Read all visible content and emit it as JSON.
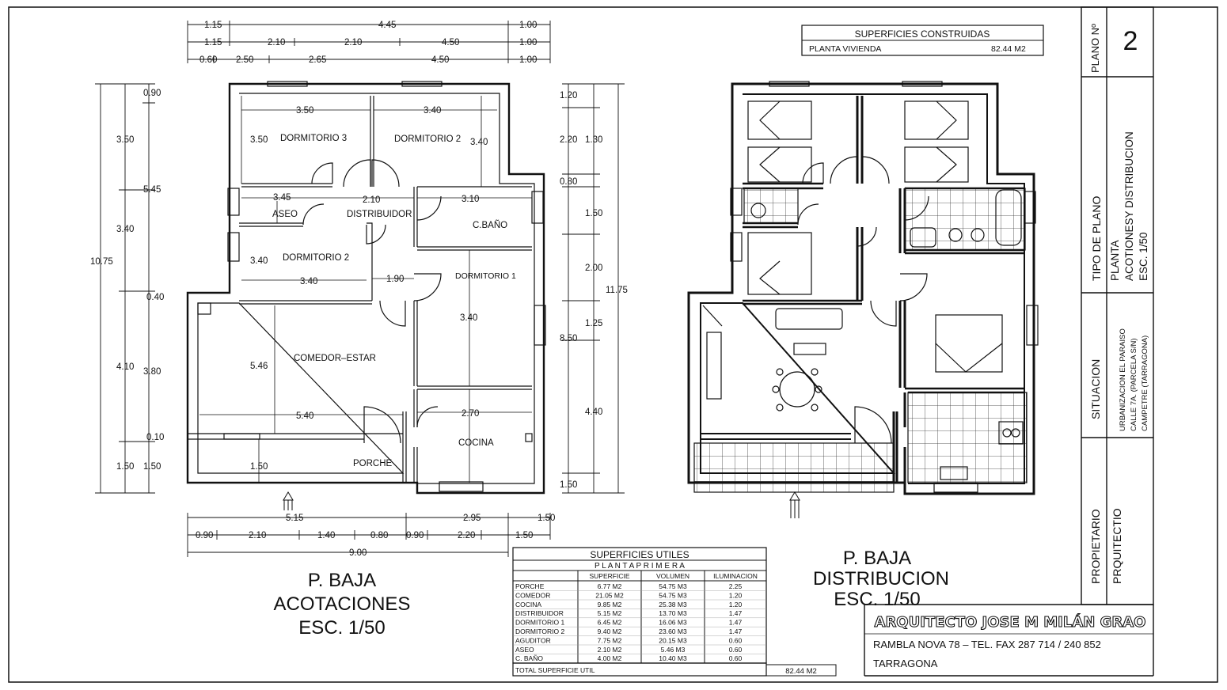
{
  "left_plan": {
    "top_dims": {
      "row1": [
        "1.15",
        "4.45",
        "1.00"
      ],
      "row2": [
        "1.15",
        "2.10",
        "2.10",
        "4.50",
        "1.00"
      ],
      "row3": [
        "0.60",
        "2.50",
        "2.65",
        "4.50",
        "1.00"
      ]
    },
    "left_dims": {
      "col1": "10.75",
      "col2": [
        "3.50",
        "3.40",
        "4.10",
        "1.50"
      ],
      "col3": [
        "0.90",
        "5.45",
        "0.40",
        "3.80",
        "0.10",
        "1.50"
      ]
    },
    "right_dims": {
      "col1": [
        "1.20",
        "2.20",
        "0.80",
        "1.50",
        "2.00",
        "1.25",
        "4.40",
        "1.50"
      ],
      "col2": [
        "1.30",
        "8.50"
      ],
      "col3": "11.75"
    },
    "bottom_dims": {
      "row1": [
        "5.15",
        "2.95",
        "1.50"
      ],
      "row2": [
        "0.90",
        "2.10",
        "1.40",
        "0.80",
        "0.90",
        "2.20",
        "1.50"
      ],
      "row3": "9.00"
    },
    "rooms": {
      "dormitorio3": "DORMITORIO  3",
      "dormitorio2a": "DORMITORIO  2",
      "aseo": "ASEO",
      "distribuidor": "DISTRIBUIDOR",
      "cbano": "C.BAÑO",
      "dormitorio2b": "DORMITORIO  2",
      "dormitorio1": "DORMITORIO  1",
      "comedor": "COMEDOR–ESTAR",
      "cocina": "COCINA",
      "porche": "PORCHE"
    },
    "inner_dims": {
      "d3_w": "3.50",
      "d3_h": "3.50",
      "d2a_w": "3.40",
      "d2a_h": "3.40",
      "aseo_w": "3.45",
      "dist_w": "2.10",
      "cbano_w": "3.10",
      "d2b_h": "3.40",
      "d2b_w": "3.40",
      "pass_w": "1.90",
      "d1_h": "3.40",
      "com_h": "5.46",
      "com_w": "5.40",
      "coc_w": "2.70",
      "porche_h": "1.50"
    },
    "title": [
      "P. BAJA",
      "ACOTACIONES",
      "ESC.  1/50"
    ]
  },
  "right_plan": {
    "title": [
      "P. BAJA",
      "DISTRIBUCION",
      "ESC.  1/50"
    ]
  },
  "built_table": {
    "title": "SUPERFICIES  CONSTRUIDAS",
    "label": "PLANTA  VIVIENDA",
    "value": "82.44  M2"
  },
  "useful_table": {
    "title": "SUPERFICIES  UTILES",
    "subtitle": "P L A N T A   P R I M E R A",
    "headers": [
      "SUPERFICIE",
      "VOLUMEN",
      "ILUMINACION"
    ],
    "rows": [
      [
        "PORCHE",
        "6.77  M2",
        "54.75  M3",
        "2.25"
      ],
      [
        "COMEDOR",
        "21.05  M2",
        "54.75  M3",
        "1.20"
      ],
      [
        "COCINA",
        "9.85  M2",
        "25.38  M3",
        "1.20"
      ],
      [
        "DISTRIBUIDOR",
        "5.15  M2",
        "13.70  M3",
        "1.47"
      ],
      [
        "DORMITORIO 1",
        "6.45  M2",
        "16.06  M3",
        "1.47"
      ],
      [
        "DORMITORIO 2",
        "9.40  M2",
        "23.60  M3",
        "1.47"
      ],
      [
        "AGUDITOR",
        "7.75  M2",
        "20.15  M3",
        "0.60"
      ],
      [
        "ASEO",
        "2.10  M2",
        "5.46  M3",
        "0.60"
      ],
      [
        "C. BAÑO",
        "4.00  M2",
        "10.40  M3",
        "0.60"
      ]
    ],
    "total_label": "TOTAL  SUPERFICIE  UTIL",
    "total_value": "82.44  M2"
  },
  "title_block": {
    "plano_label": "PLANO Nº",
    "plano_number": "2",
    "tipo_label": "TIPO DE PLANO",
    "tipo_value": [
      "PLANTA",
      "ACOTIONESY  DISTRIBUCION",
      "ESC.  1/50"
    ],
    "situacion_label": "SITUACION",
    "situacion_value": [
      "URBANIZACION EL PARAISO",
      "CALLE 7A. (PARCELA S/N)",
      "CAMPETRE (TARRAGONA)"
    ],
    "propietario_label": "PROPIETARIO",
    "propietario_value": "PRQUITECTIO"
  },
  "architect": {
    "name": "ARQUITECTO JOSE M MILÁN GRAO",
    "address": "RAMBLA NOVA 78  –  TEL. FAX 287 714 / 240 852",
    "city": "TARRAGONA"
  },
  "colors": {
    "ink": "#111111",
    "paper": "#ffffff"
  }
}
